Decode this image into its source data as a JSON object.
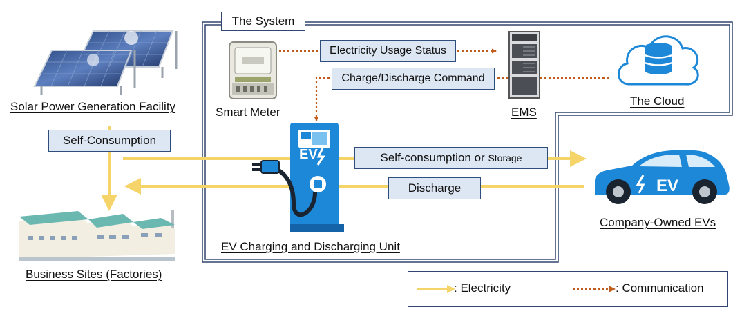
{
  "system": {
    "title": "The System"
  },
  "nodes": {
    "solar": "Solar Power Generation Facility",
    "smart_meter": "Smart Meter",
    "ems": "EMS",
    "cloud": "The Cloud",
    "business": "Business Sites (Factories)",
    "ev_unit": "EV Charging and Discharging Unit",
    "company_evs": "Company-Owned EVs"
  },
  "flows": {
    "electricity_usage_status": "Electricity Usage Status",
    "charge_discharge_command": "Charge/Discharge Command",
    "self_consumption": "Self-Consumption",
    "self_consumption_or": "Self-consumption or",
    "storage": "Storage",
    "discharge": "Discharge"
  },
  "legend": {
    "electricity": ":  Electricity",
    "communication": ": Communication"
  },
  "icons": {
    "charger_text": "EV",
    "car_text": "EV"
  },
  "colors": {
    "electricity": "#f5d469",
    "communication": "#c05c1c",
    "device_blue": "#1e88d8",
    "label_box_fill": "#dde6f3"
  }
}
